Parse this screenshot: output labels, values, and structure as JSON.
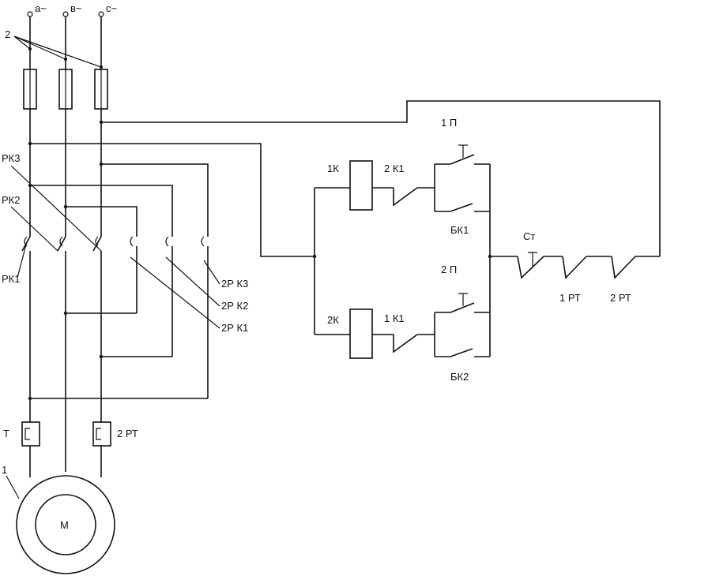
{
  "phases": [
    "a~",
    "в~",
    "c~"
  ],
  "labels": {
    "fuse_group": "2",
    "rk3": "РК3",
    "rk2": "РК2",
    "rk1": "РК1",
    "c_2rk3": "2Р К3",
    "c_2rk2": "2Р К2",
    "c_2rk1": "2Р К1",
    "relay_t": "Т",
    "relay_2rt": "2 РТ",
    "motor_num": "1",
    "motor": "М",
    "pb1": "1 П",
    "k1coil": "1К",
    "c2k1": "2 К1",
    "bk1": "БК1",
    "pb2": "2 П",
    "k2coil": "2К",
    "c1k1": "1 К1",
    "bk2": "БК2",
    "stop": "Ст",
    "rt1": "1 РТ",
    "rt2": "2 РТ"
  }
}
